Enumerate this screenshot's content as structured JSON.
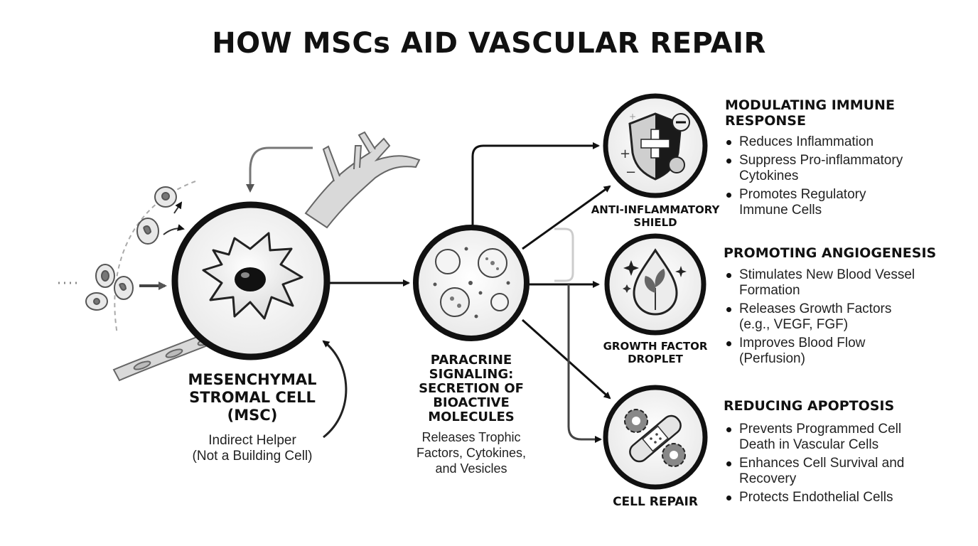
{
  "title": "HOW MSCs AID VASCULAR REPAIR",
  "msc": {
    "label_lines": [
      "MESENCHYMAL",
      "STROMAL CELL",
      "(MSC)"
    ],
    "sub_lines": [
      "Indirect Helper",
      "(Not a Building Cell)"
    ]
  },
  "paracrine": {
    "label_lines": [
      "PARACRINE",
      "SIGNALING:",
      "SECRETION OF",
      "BIOACTIVE",
      "MOLECULES"
    ],
    "sub_lines": [
      "Releases Trophic",
      "Factors, Cytokines,",
      "and Vesicles"
    ]
  },
  "outcomes": [
    {
      "icon_label_lines": [
        "ANTI-INFLAMMATORY",
        "SHIELD"
      ],
      "heading_lines": [
        "MODULATING IMMUNE",
        "RESPONSE"
      ],
      "bullets": [
        [
          "Reduces Inflammation"
        ],
        [
          "Suppress Pro-inflammatory",
          "Cytokines"
        ],
        [
          "Promotes Regulatory",
          "Immune Cells"
        ]
      ]
    },
    {
      "icon_label_lines": [
        "GROWTH FACTOR",
        "DROPLET"
      ],
      "heading_lines": [
        "PROMOTING ANGIOGENESIS"
      ],
      "bullets": [
        [
          "Stimulates New Blood Vessel",
          "Formation"
        ],
        [
          "Releases Growth Factors",
          "(e.g., VEGF, FGF)"
        ],
        [
          "Improves Blood Flow",
          "(Perfusion)"
        ]
      ]
    },
    {
      "icon_label_lines": [
        "CELL REPAIR"
      ],
      "heading_lines": [
        "REDUCING APOPTOSIS"
      ],
      "bullets": [
        [
          "Prevents Programmed Cell",
          "Death in Vascular Cells"
        ],
        [
          "Enhances Cell Survival and",
          "Recovery"
        ],
        [
          "Protects Endothelial Cells"
        ]
      ]
    }
  ],
  "icons": {
    "msc": "stellate-cell-icon",
    "paracrine": "vesicles-icon",
    "shield": "shield-icon",
    "droplet": "leaf-droplet-icon",
    "repair": "bandage-gears-icon"
  }
}
